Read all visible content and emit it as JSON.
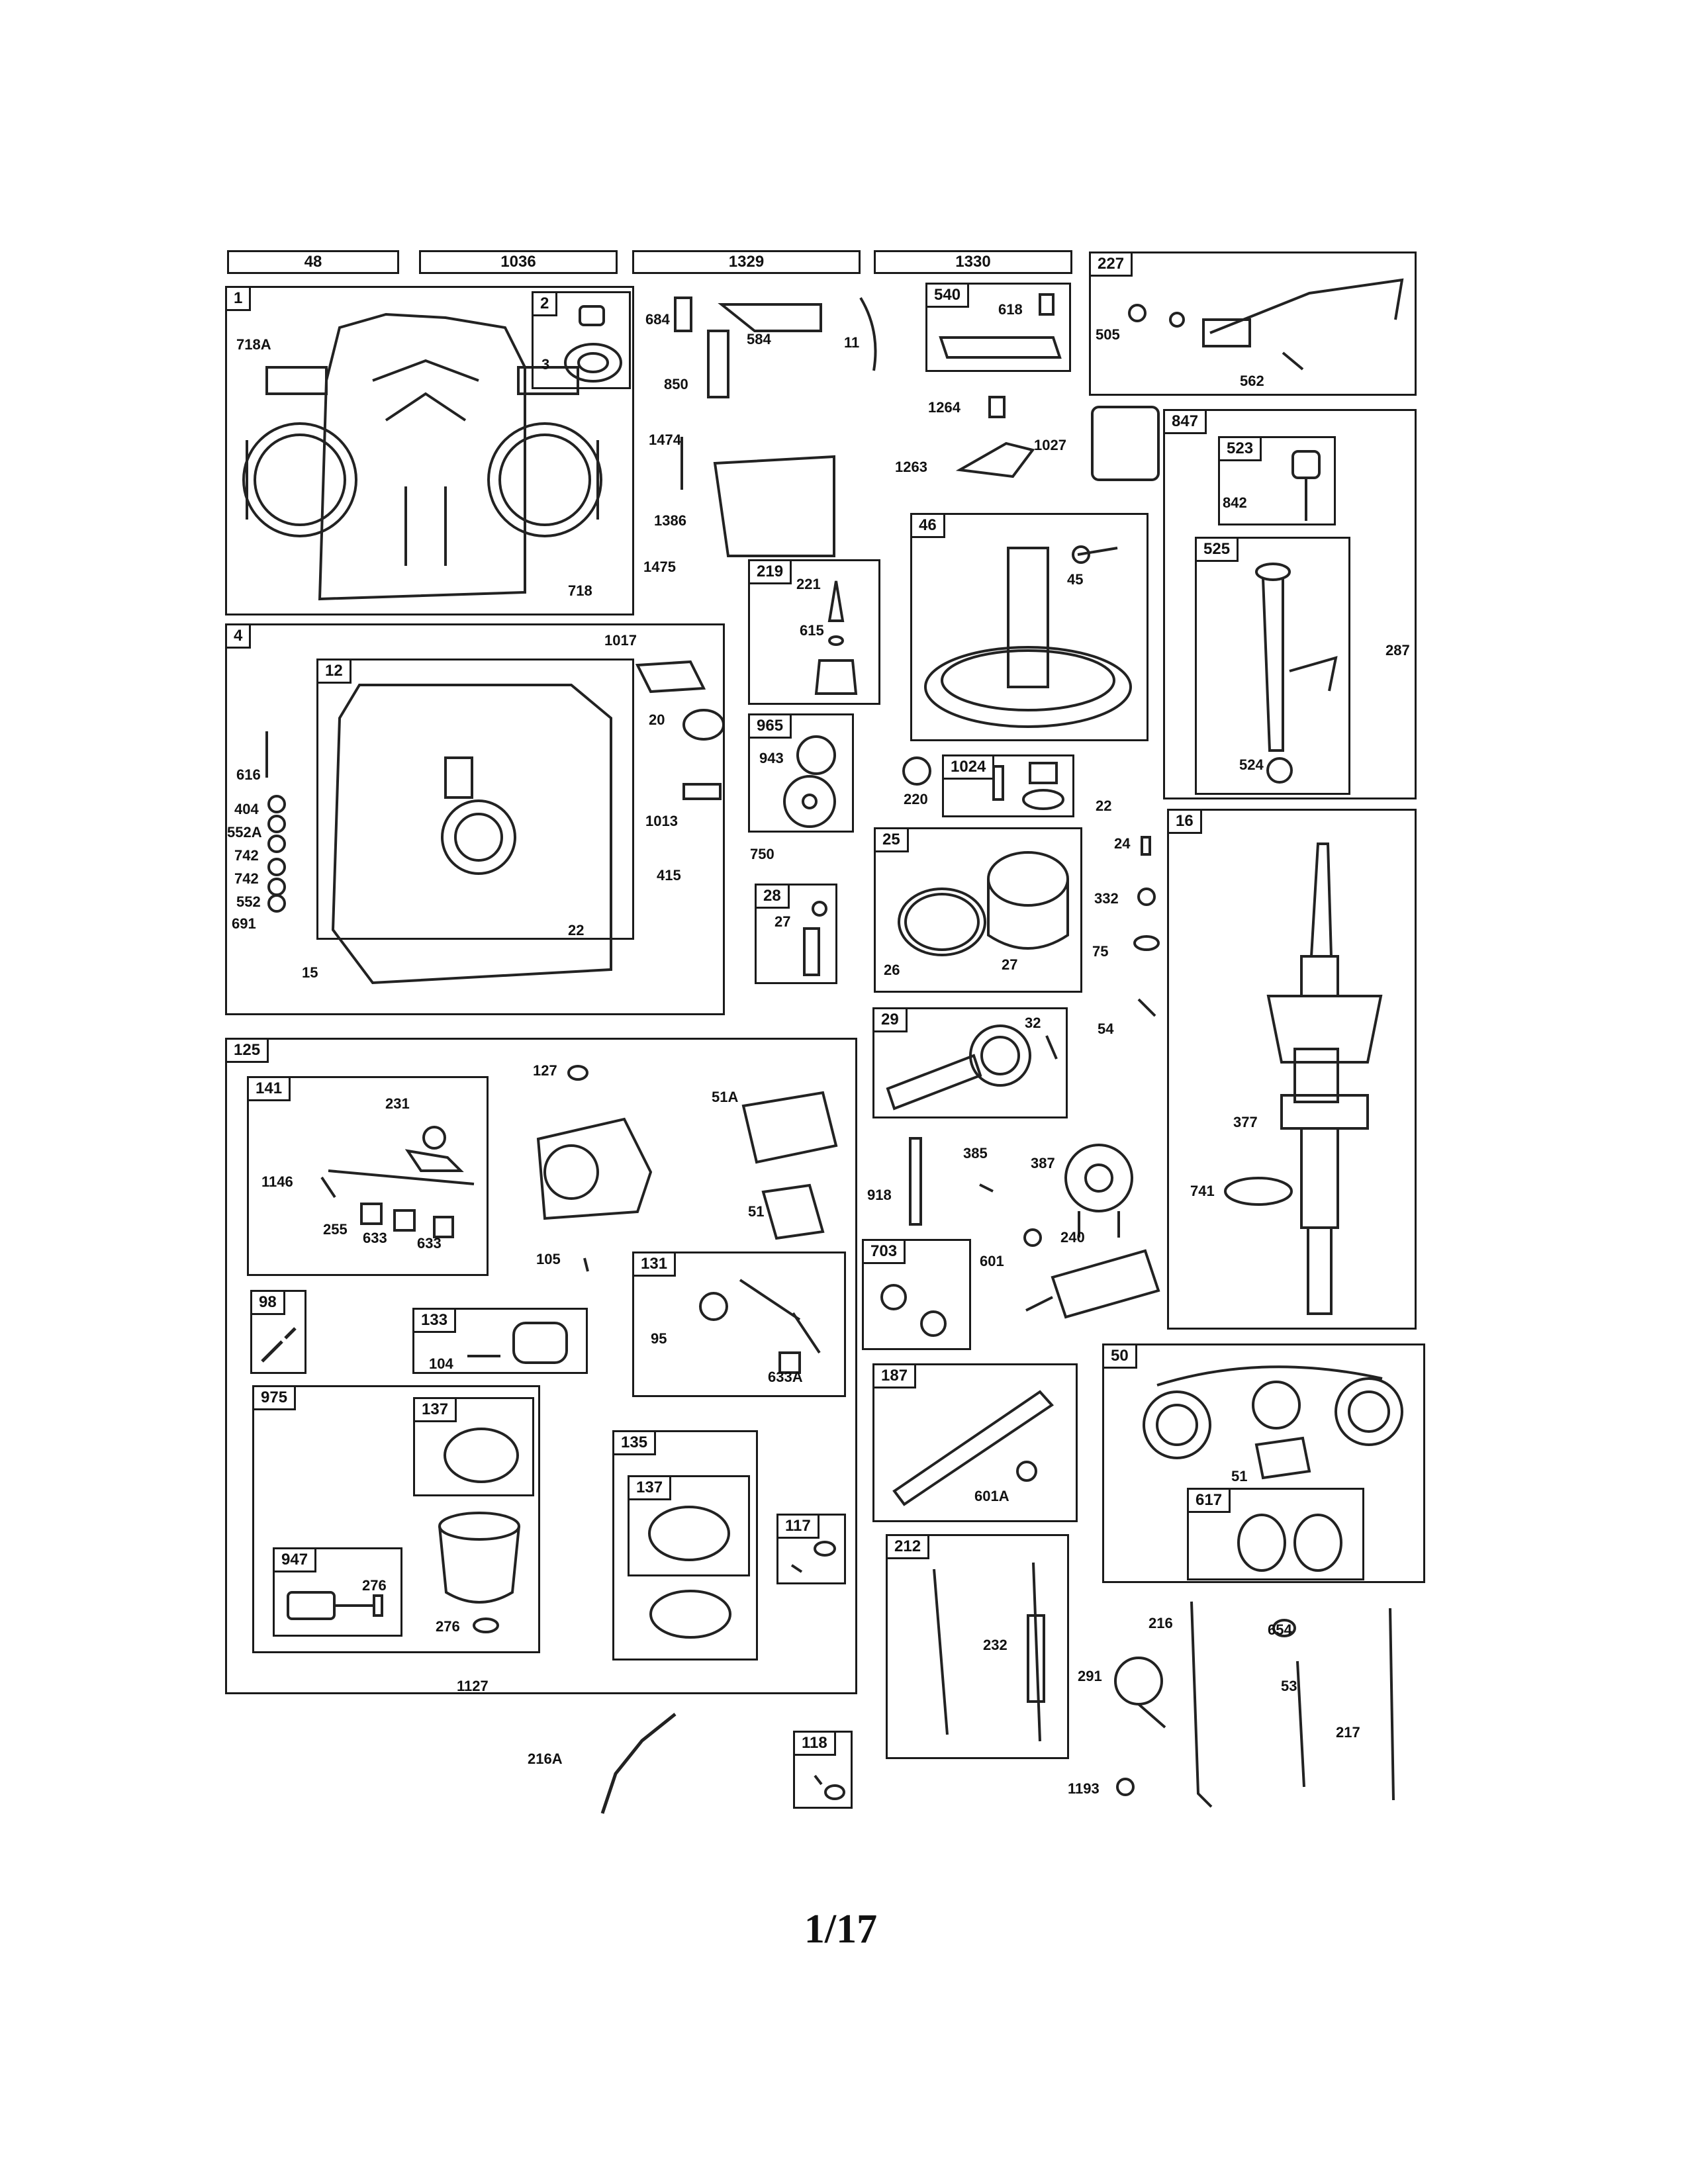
{
  "headers": {
    "h48": "48",
    "h1036": "1036",
    "h1329": "1329",
    "h1330": "1330"
  },
  "boxes": {
    "b1": "1",
    "b2": "2",
    "b227": "227",
    "b540": "540",
    "b847": "847",
    "b523": "523",
    "b525": "525",
    "b46": "46",
    "b219": "219",
    "b4": "4",
    "b12": "12",
    "b965": "965",
    "b1024": "1024",
    "b25": "25",
    "b28": "28",
    "b16": "16",
    "b29": "29",
    "b125": "125",
    "b141": "141",
    "b131": "131",
    "b703": "703",
    "b98": "98",
    "b133": "133",
    "b975": "975",
    "b137a": "137",
    "b135": "135",
    "b137b": "137",
    "b187": "187",
    "b50": "50",
    "b617": "617",
    "b947": "947",
    "b117": "117",
    "b212": "212",
    "b118": "118"
  },
  "labels": {
    "l718A": "718A",
    "l3": "3",
    "l718": "718",
    "l684": "684",
    "l850": "850",
    "l584": "584",
    "l11": "11",
    "l618": "618",
    "l505": "505",
    "l562": "562",
    "l1474": "1474",
    "l1264": "1264",
    "l1263": "1263",
    "l1027": "1027",
    "l842": "842",
    "l1386": "1386",
    "l1475": "1475",
    "l221": "221",
    "l615": "615",
    "l45": "45",
    "l287": "287",
    "l524": "524",
    "l1017": "1017",
    "l20": "20",
    "l616": "616",
    "l404": "404",
    "l552A": "552A",
    "l742a": "742",
    "l742b": "742",
    "l552": "552",
    "l691": "691",
    "l1013": "1013",
    "l415": "415",
    "l22a": "22",
    "l15": "15",
    "l943": "943",
    "l220": "220",
    "l22b": "22",
    "l750": "750",
    "l24": "24",
    "l332": "332",
    "l75": "75",
    "l27a": "27",
    "l26": "26",
    "l27b": "27",
    "l54": "54",
    "l32": "32",
    "l127": "127",
    "l51A": "51A",
    "l231": "231",
    "l1146": "1146",
    "l255": "255",
    "l633a": "633",
    "l633b": "633",
    "l51a": "51",
    "l918": "918",
    "l385": "385",
    "l387": "387",
    "l377": "377",
    "l741": "741",
    "l105": "105",
    "l240": "240",
    "l601": "601",
    "l95": "95",
    "l633A": "633A",
    "l104": "104",
    "l601A": "601A",
    "l51b": "51",
    "l276a": "276",
    "l276b": "276",
    "l216": "216",
    "l654": "654",
    "l232": "232",
    "l291": "291",
    "l53": "53",
    "l1127": "1127",
    "l217": "217",
    "l216A": "216A",
    "l1193": "1193"
  },
  "page_number": "1/17"
}
